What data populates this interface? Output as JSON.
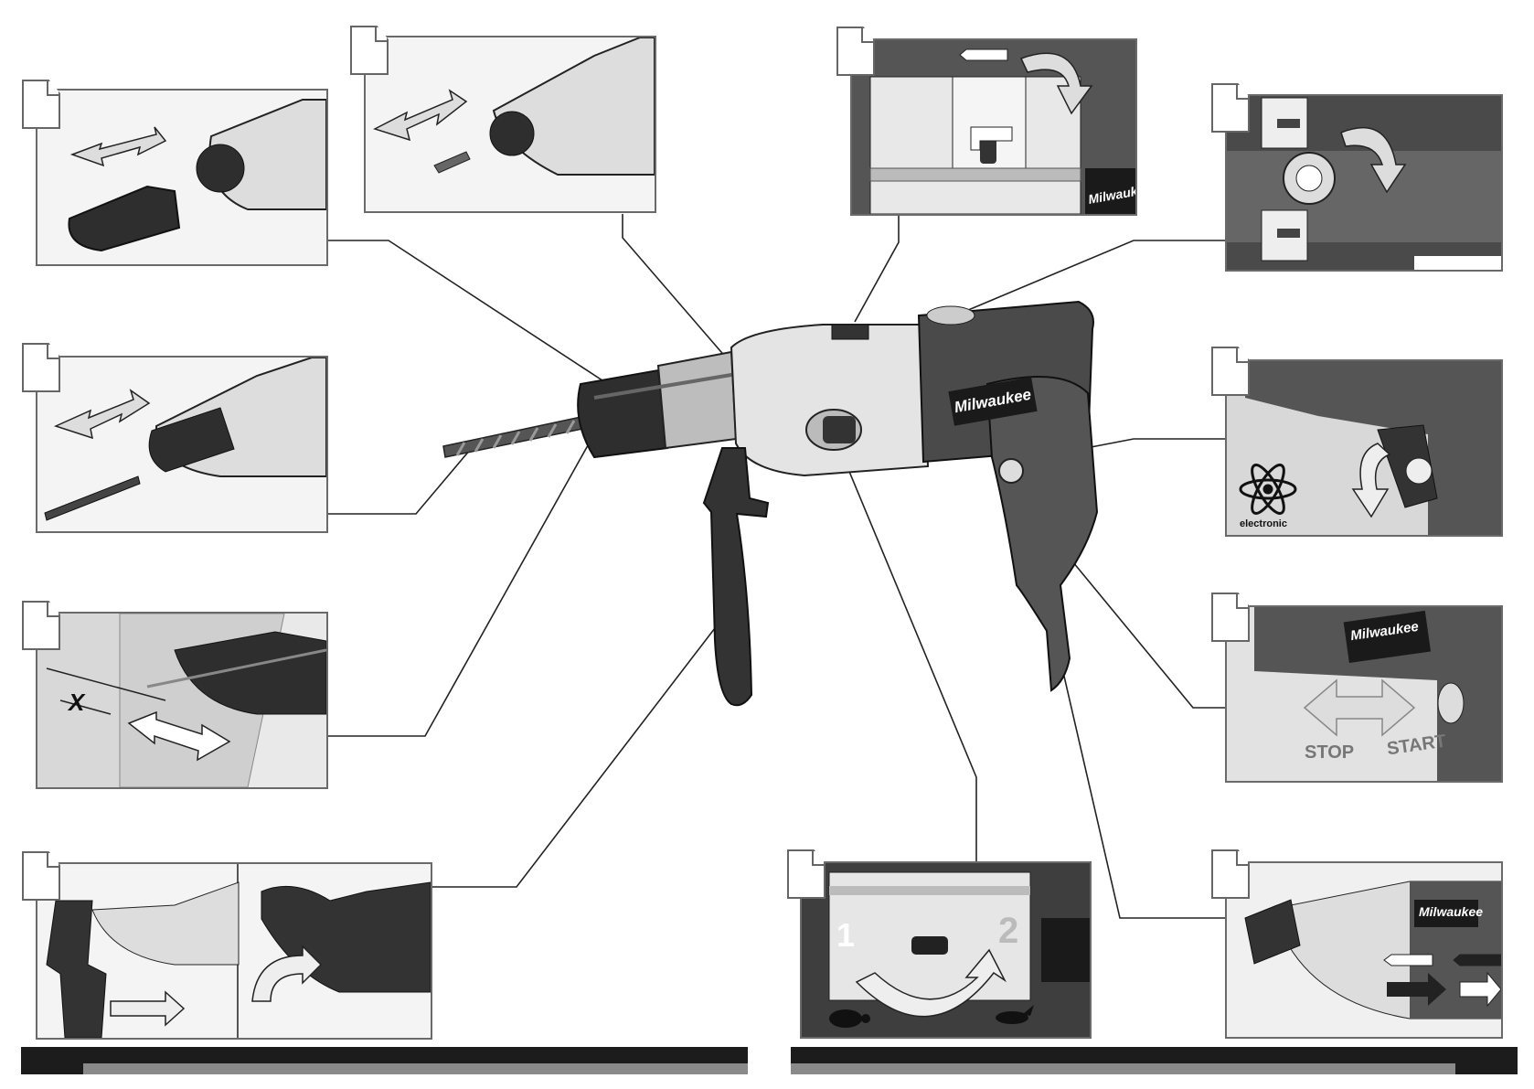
{
  "labels": {
    "brand": "Milwaukee",
    "depth_marker": "X",
    "electronic": "electronic",
    "stop": "STOP",
    "start": "START",
    "gear_1": "1",
    "gear_2": "2"
  },
  "colors": {
    "line": "#222222",
    "panel_bg": "#f4f4f4",
    "tool_dark": "#3a3a3a",
    "tool_light": "#e4e4e4",
    "brand_bg": "#1a1a1a",
    "footer_bar": "#1c1c1c",
    "footer_inner": "#8a8a8a"
  },
  "icons": [
    "double-arrow-icon",
    "rotation-arrow-icon",
    "atom-icon",
    "tortoise-icon",
    "hare-icon",
    "drill-bit-icon",
    "screw-icon"
  ]
}
